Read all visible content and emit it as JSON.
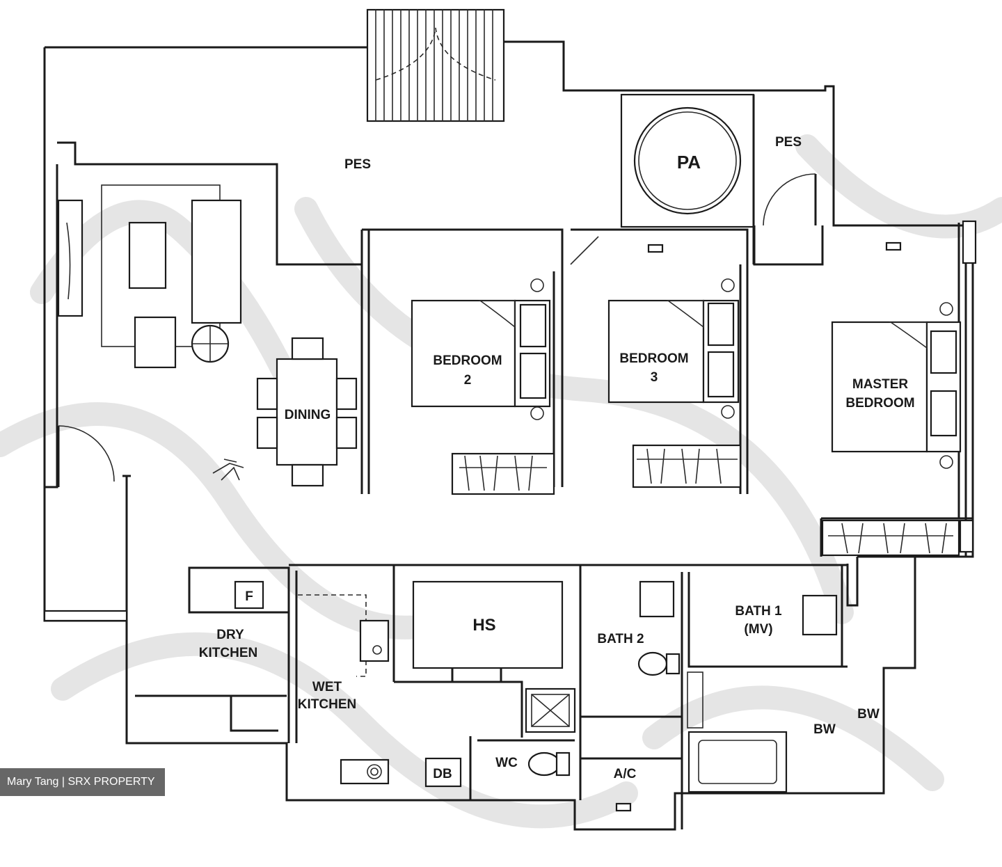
{
  "rooms": {
    "pes_main": "PES",
    "pa": "PA",
    "pes_side": "PES",
    "bedroom2_line1": "BEDROOM",
    "bedroom2_line2": "2",
    "bedroom3_line1": "BEDROOM",
    "bedroom3_line2": "3",
    "master_line1": "MASTER",
    "master_line2": "BEDROOM",
    "dining": "DINING",
    "fridge": "F",
    "dry_kitchen_line1": "DRY",
    "dry_kitchen_line2": "KITCHEN",
    "wet_kitchen_line1": "WET",
    "wet_kitchen_line2": "KITCHEN",
    "hs": "HS",
    "bath2": "BATH 2",
    "bath1_line1": "BATH 1",
    "bath1_line2": "(MV)",
    "db": "DB",
    "wc": "WC",
    "ac": "A/C",
    "bw_inner": "BW",
    "bw_outer": "BW"
  },
  "credit": "Mary Tang | SRX PROPERTY"
}
